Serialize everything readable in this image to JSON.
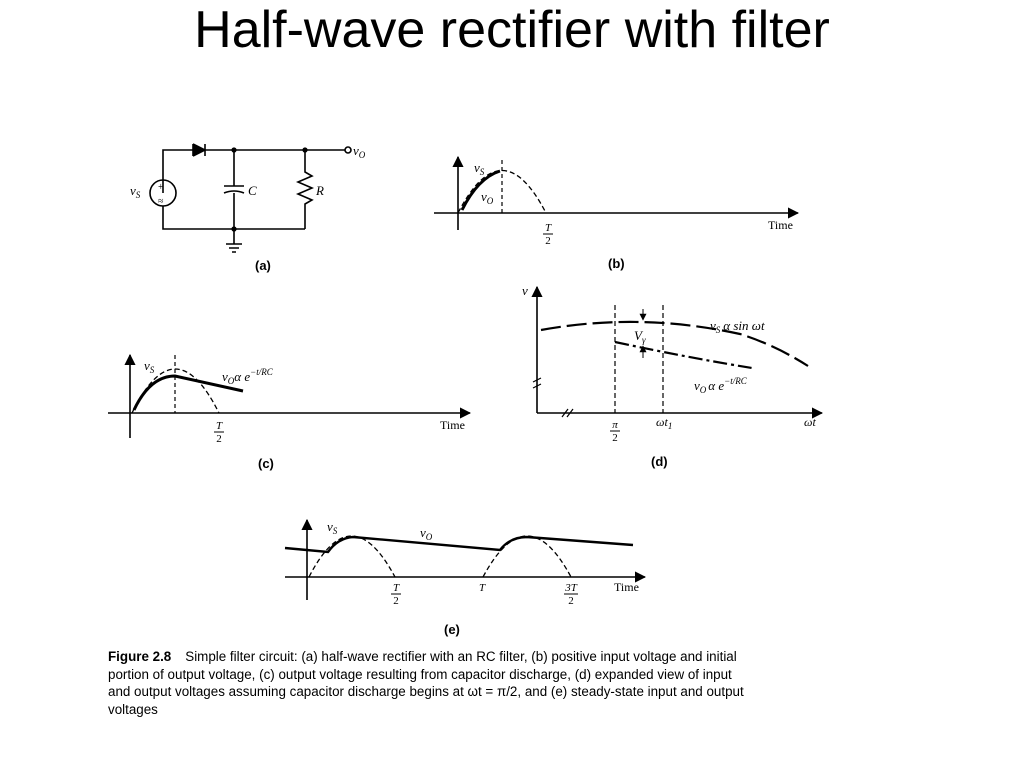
{
  "title": "Half-wave rectifier with filter",
  "panels": {
    "a": {
      "label": "(a)",
      "vs": "v",
      "vs_sub": "S",
      "vo": "v",
      "vo_sub": "O",
      "c": "C",
      "r": "R"
    },
    "b": {
      "label": "(b)",
      "vs": "v",
      "vs_sub": "S",
      "vo": "v",
      "vo_sub": "O",
      "t_num": "T",
      "t_den": "2",
      "axis": "Time"
    },
    "c": {
      "label": "(c)",
      "vs": "v",
      "vs_sub": "S",
      "vo_expr": "α e",
      "vo_exp": "−t/RC",
      "vo": "v",
      "vo_sub": "O",
      "t_num": "T",
      "t_den": "2",
      "axis": "Time"
    },
    "d": {
      "label": "(d)",
      "v": "v",
      "vs": "v",
      "vs_sub": "S",
      "vs_expr": "α sin ωt",
      "vo": "v",
      "vo_sub": "O",
      "vo_expr": "α e",
      "vo_exp": "−t/RC",
      "vgamma": "V",
      "vgamma_sub": "γ",
      "pi_num": "π",
      "pi_den": "2",
      "wt1": "ωt",
      "wt1_sub": "1",
      "axis": "ωt"
    },
    "e": {
      "label": "(e)",
      "vs": "v",
      "vs_sub": "S",
      "vo": "v",
      "vo_sub": "O",
      "t_num": "T",
      "t_den": "2",
      "t_full": "T",
      "t3_num": "3T",
      "t3_den": "2",
      "axis": "Time"
    }
  },
  "caption": {
    "fig": "Figure 2.8",
    "text": "Simple filter circuit: (a) half-wave rectifier with an RC filter, (b) positive input voltage and initial portion of output voltage, (c) output voltage resulting from capacitor discharge, (d) expanded view of input and output voltages assuming capacitor discharge begins at ωt = π/2, and (e) steady-state input and output voltages"
  }
}
